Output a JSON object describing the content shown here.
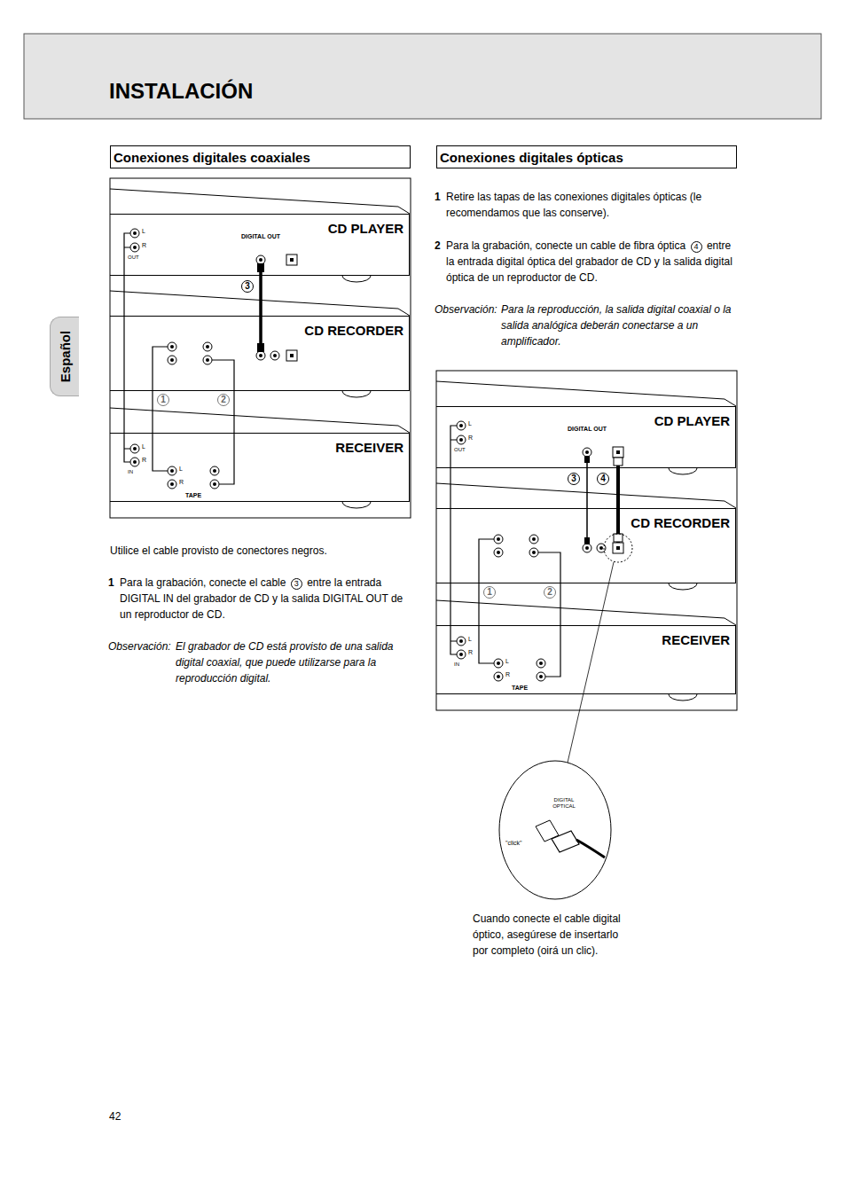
{
  "diagram": {
    "title": "INSTALACIÓN",
    "nodes": [
      {
        "text": [
          "Español"
        ]
      },
      {
        "text": [
          "Conexiones digitales coaxiales"
        ]
      },
      {
        "text": [
          "CD PLAYER"
        ]
      },
      {
        "text": [
          "CD RECORDER"
        ]
      },
      {
        "text": [
          "RECEIVER"
        ]
      },
      {
        "text": [
          "Conexiones digitales ópticas"
        ]
      },
      {
        "text": [
          "CD PLAYER"
        ]
      },
      {
        "text": [
          "CD RECORDER"
        ]
      },
      {
        "text": [
          "RECEIVER"
        ]
      }
    ],
    "edges": [
      {
        "from": 2,
        "to": 3,
        "arrow": "none"
      },
      {
        "from": 3,
        "to": 4,
        "arrow": "none"
      },
      {
        "from": 3,
        "to": 4,
        "arrow": "none"
      },
      {
        "from": 2,
        "to": 4,
        "arrow": "none"
      },
      {
        "from": 6,
        "to": 7,
        "arrow": "none"
      },
      {
        "from": 6,
        "to": 7,
        "arrow": "none"
      },
      {
        "from": 7,
        "to": 8,
        "arrow": "none"
      },
      {
        "from": 7,
        "to": 8,
        "arrow": "none"
      },
      {
        "from": 6,
        "to": 8,
        "arrow": "none"
      }
    ],
    "labels": [
      "Utilice el cable provisto de conectores negros.",
      "1",
      "Para la grabación, conecte el cable",
      "3",
      "entre la entrada DIGITAL IN del grabador de CD y la salida DIGITAL OUT de un reproductor de CD.",
      "Observación:",
      "El grabador de CD está provisto de una salida digital coaxial, que puede utilizarse para la reproducción digital.",
      "1",
      "Retire las tapas de las conexiones digitales ópticas (le recomendamos que las conserve).",
      "2",
      "Para la grabación, conecte un cable de fibra óptica",
      "4",
      "entre la entrada digital óptica del grabador de CD y la salida digital óptica de un reproductor de CD.",
      "Observación:",
      "Para la reproducción, la salida digital coaxial o la salida analógica deberán conectarse a un amplificador.",
      "Cuando conecte el cable digital óptico, asegúrese de insertarlo por completo (oirá un clic).",
      "42",
      "L",
      "R",
      "OUT",
      "DIGITAL OUT",
      "3",
      "1",
      "2",
      "L",
      "R",
      "IN",
      "L",
      "R",
      "TAPE",
      "L",
      "R",
      "OUT",
      "DIGITAL OUT",
      "3",
      "4",
      "1",
      "2",
      "L",
      "R",
      "IN",
      "L",
      "R",
      "TAPE",
      "DIGITAL OPTICAL",
      "\"click\""
    ]
  }
}
